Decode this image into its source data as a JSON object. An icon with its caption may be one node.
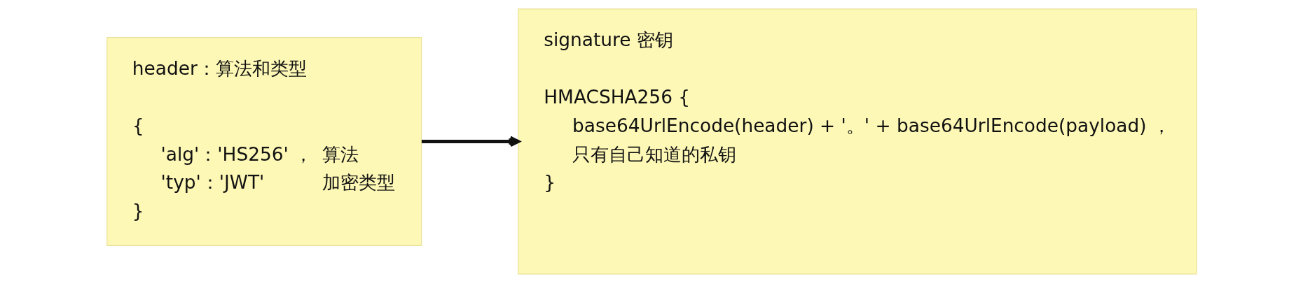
{
  "diagram": {
    "nodes": [
      {
        "text": [
          "header：算法和类型",
          "{",
          "'alg'：'HS256' ，",
          "算法",
          "'typ'：'JWT'",
          "加密类型",
          "}"
        ]
      },
      {
        "text": [
          "signature 密钥",
          "HMACSHA256 {",
          "base64UrlEncode(header) + '。' + base64UrlEncode(payload) ，",
          "只有自己知道的私钥",
          "}"
        ]
      }
    ],
    "edges": [
      {
        "from": 0,
        "to": 1,
        "arrow": "to"
      }
    ]
  }
}
